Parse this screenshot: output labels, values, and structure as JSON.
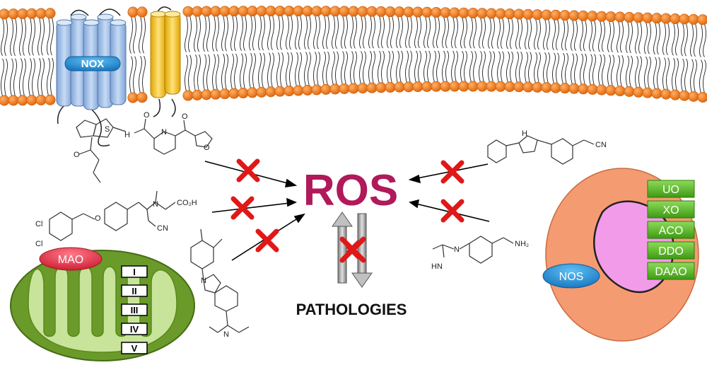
{
  "membrane": {
    "nox_label": "NOX"
  },
  "center": {
    "ros_label": "ROS",
    "pathologies_label": "PATHOLOGIES"
  },
  "mitochondrion": {
    "mao_label": "MAO",
    "complexes": [
      "I",
      "II",
      "III",
      "IV",
      "V"
    ]
  },
  "peroxisome": {
    "nos_label": "NOS",
    "enzymes": [
      "UO",
      "XO",
      "ACO",
      "DDO",
      "DAAO"
    ]
  },
  "chemistry": {
    "s_atom": "S",
    "n_atom": "N",
    "o_atom": "O",
    "cl_atom": "Cl",
    "cooh": "CO₂H",
    "cn": "CN",
    "hn": "HN",
    "nh2": "NH₂",
    "h_n": "H",
    "me_n": "N"
  },
  "colors": {
    "ros": "#b0195a",
    "membrane_head": "#f07a1a",
    "nox_cylinder": "#a9c5ec",
    "yellow_channel": "#f5c21b",
    "mito_outer": "#6a9a2a",
    "mito_inner": "#c8e49a",
    "mao_badge": "#e5384f",
    "nos_badge": "#2a8fd1",
    "peroxisome_outer": "#f59b72",
    "peroxisome_inner": "#f29be8",
    "enzyme_green": "#5bbf2a",
    "inhibit_cross": "#e01818"
  }
}
